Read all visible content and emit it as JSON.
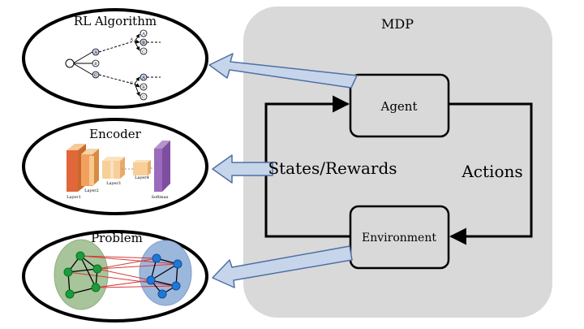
{
  "mdp": {
    "title": "MDP",
    "agent_label": "Agent",
    "environment_label": "Environment",
    "states_rewards_label": "States/Rewards",
    "actions_label": "Actions"
  },
  "panels": {
    "rl": {
      "title": "RL Algorithm",
      "tree_nodes": [
        "A",
        "B",
        "C",
        "A",
        "B",
        "C",
        "A",
        "B",
        "C"
      ],
      "branch_labels": [
        "A",
        "C"
      ]
    },
    "encoder": {
      "title": "Encoder",
      "layer_labels": [
        "Layer1",
        "Layer2",
        "Layer3",
        "Layer4",
        "Softmax"
      ]
    },
    "problem": {
      "title": "Problem"
    }
  },
  "colors": {
    "mdp_bg": "#d9d9d9",
    "arrow_fill": "#c7d5ea",
    "arrow_stroke": "#4f6fa5",
    "graph_green": "#1a9e3a",
    "graph_blue": "#1f78d6",
    "cluster_green": "#a7c49a",
    "cluster_blue": "#9cb7dc",
    "cross_edge": "#d63a3a"
  }
}
